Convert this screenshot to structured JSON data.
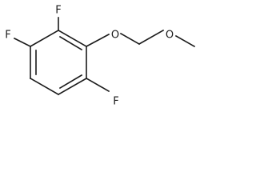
{
  "molecule": {
    "atom_labels": {
      "fluorine_top": "F",
      "fluorine_left": "F",
      "fluorine_bottom": "F",
      "ether_oxygen": "O",
      "methoxy_oxygen": "O"
    }
  },
  "colors": {
    "bond": "#1a1a1a",
    "label": "#1a1a1a",
    "background": "#ffffff"
  }
}
